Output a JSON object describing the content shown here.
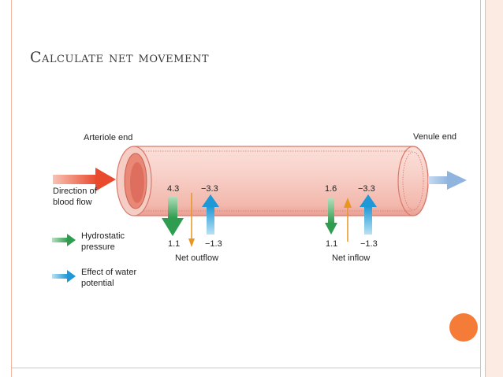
{
  "slide": {
    "title": "Calculate net movement"
  },
  "diagram": {
    "arteriole_label": "Arteriole end",
    "venule_label": "Venule end",
    "direction_label_line1": "Direction of",
    "direction_label_line2": "blood flow",
    "arteriole": {
      "hydrostatic_top": "4.3",
      "water_potential_top": "−3.3",
      "hydrostatic_bottom": "1.1",
      "water_potential_bottom": "−1.3",
      "result_label": "Net outflow"
    },
    "venule": {
      "hydrostatic_top": "1.6",
      "water_potential_top": "−3.3",
      "hydrostatic_bottom": "1.1",
      "water_potential_bottom": "−1.3",
      "result_label": "Net inflow"
    },
    "legend": {
      "hydrostatic_line1": "Hydrostatic",
      "hydrostatic_line2": "pressure",
      "water_line1": "Effect of water",
      "water_line2": "potential"
    }
  },
  "colors": {
    "accent": "#f47c38",
    "hydrostatic": "#3aa65a",
    "water_potential": "#2fa3db",
    "net_flow": "#e8961f",
    "vessel": "#f6c8c0",
    "inflow_arrow": "#e94a2e",
    "outflow_arrow": "#8fb4de"
  }
}
